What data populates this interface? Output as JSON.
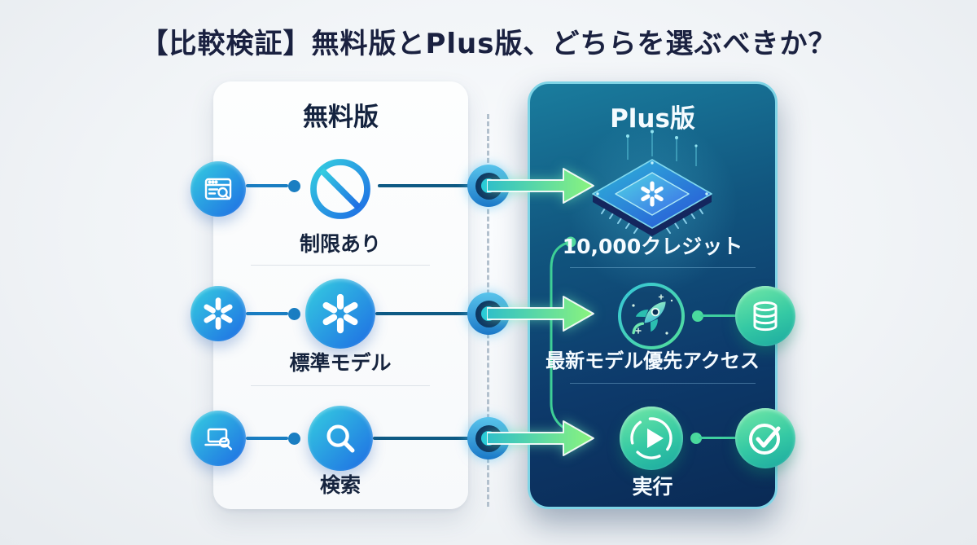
{
  "title": "【比較検証】無料版とPlus版、どちらを選ぶべきか？",
  "left_panel": {
    "header": "無料版",
    "rows": [
      {
        "label": "制限あり",
        "side_icon": "browser-search-icon",
        "main_icon": "prohibition-icon"
      },
      {
        "label": "標準モデル",
        "side_icon": "openai-logo-icon",
        "main_icon": "openai-logo-icon"
      },
      {
        "label": "検索",
        "side_icon": "laptop-search-icon",
        "main_icon": "magnifier-icon"
      }
    ]
  },
  "right_panel": {
    "header": "Plus版",
    "rows": [
      {
        "label": "10,000クレジット",
        "main_icon": "cpu-chip-openai-illustration"
      },
      {
        "label": "最新モデル優先アクセス",
        "main_icon": "rocket-icon",
        "side_icon": "database-icon"
      },
      {
        "label": "実行",
        "main_icon": "play-run-icon",
        "side_icon": "checkmark-icon"
      }
    ]
  },
  "connectors": {
    "flow_arrows": 3,
    "divider_style": "vertical-dashed-line"
  },
  "colors": {
    "background": "#eef1f5",
    "title_text": "#1a2140",
    "free_card_bg": "#fbfcfd",
    "plus_panel_top": "#1a7d9e",
    "plus_panel_bottom": "#0a2a55",
    "plus_panel_border": "#7fd4e6",
    "icon_gradient_start": "#35cfe0",
    "icon_gradient_end": "#1e6be4",
    "green_gradient_start": "#74e9a6",
    "green_gradient_end": "#1ba8a0",
    "arrow_gradient_start": "#2fbfc9",
    "arrow_gradient_end": "#8bf47d",
    "connector_blue": "#1a7ec2",
    "connector_green": "#3fcf9f",
    "node_core": "#22c8dc"
  }
}
